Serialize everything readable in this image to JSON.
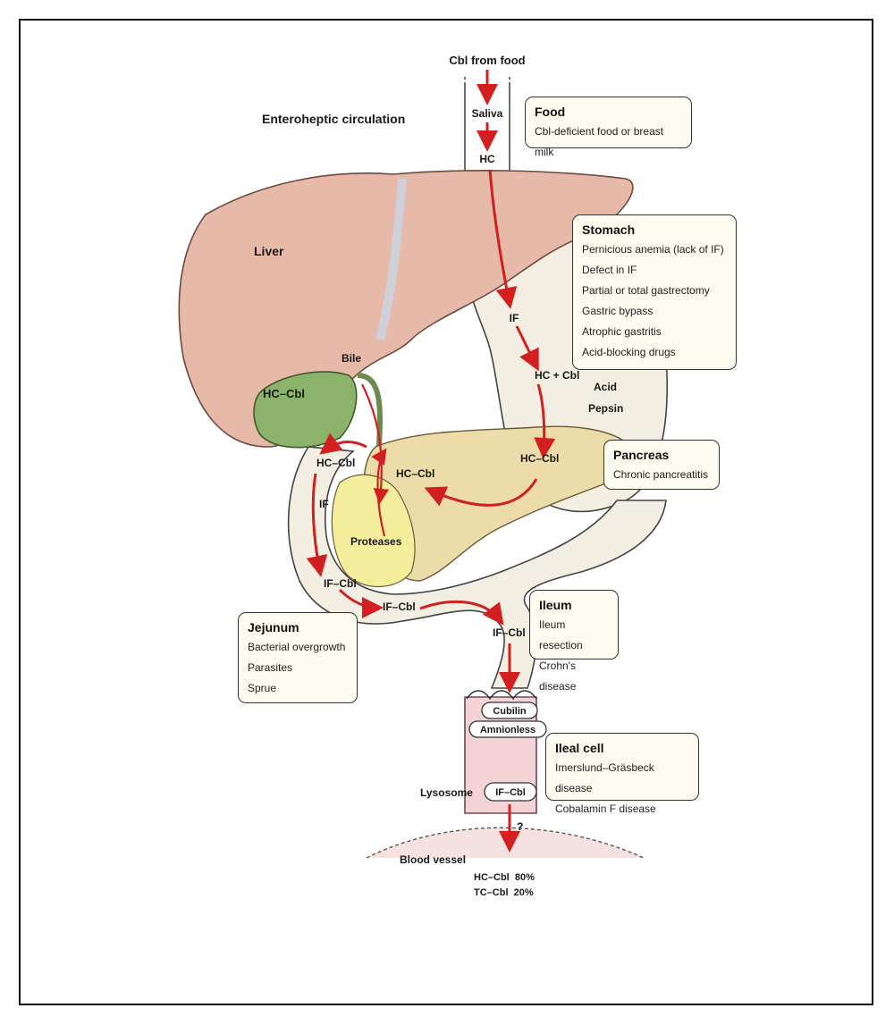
{
  "colors": {
    "liver": "#e6b9a9",
    "gallbladder": "#8cb36c",
    "pancreas": "#ecdcaa",
    "duodenal_gland": "#f4ee9c",
    "gut": "#f3eee2",
    "ileal_cell": "#f4d3d6",
    "arrow": "#d21f1f",
    "box_fill": "#fdfbef"
  },
  "labels": {
    "cbl_from_food": "Cbl from food",
    "enterohepatic": "Enteroheptic circulation",
    "saliva": "Saliva",
    "hc_top": "HC",
    "liver": "Liver",
    "bile": "Bile",
    "hc_cbl_gall": "HC–Cbl",
    "if_stomach": "IF",
    "hc_plus_cbl": "HC + Cbl",
    "acid": "Acid",
    "pepsin": "Pepsin",
    "hc_cbl_right": "HC–Cbl",
    "hc_cbl_mid": "HC–Cbl",
    "hc_cbl_left": "HC–Cbl",
    "if_left": "IF",
    "proteases": "Proteases",
    "if_cbl_1": "IF–Cbl",
    "if_cbl_2": "IF–Cbl",
    "if_cbl_3": "IF–Cbl",
    "cubilin": "Cubilin",
    "amnionless": "Amnionless",
    "lysosome": "Lysosome",
    "if_cbl_lysosome": "IF–Cbl",
    "question": "?",
    "blood_vessel": "Blood vessel",
    "hc_cbl_blood": "HC–Cbl  80%",
    "tc_cbl_blood": "TC–Cbl  20%"
  },
  "boxes": {
    "food": {
      "title": "Food",
      "items": [
        "Cbl-deficient food or breast milk"
      ]
    },
    "stomach": {
      "title": "Stomach",
      "items": [
        "Pernicious anemia (lack of IF)",
        "Defect in IF",
        "Partial or total gastrectomy",
        "Gastric bypass",
        "Atrophic gastritis",
        "Acid-blocking drugs"
      ]
    },
    "pancreas": {
      "title": "Pancreas",
      "items": [
        "Chronic pancreatitis"
      ]
    },
    "ileum": {
      "title": "Ileum",
      "items": [
        "Ileum resection",
        "Crohn's disease"
      ]
    },
    "jejunum": {
      "title": "Jejunum",
      "items": [
        "Bacterial overgrowth",
        "Parasites",
        "Sprue"
      ]
    },
    "ileal_cell": {
      "title": "Ileal cell",
      "items": [
        "Imerslund–Gräsbeck disease",
        "Cobalamin F disease"
      ]
    }
  }
}
